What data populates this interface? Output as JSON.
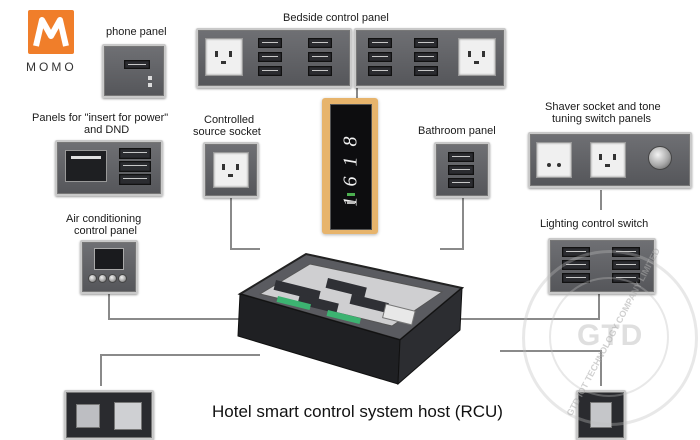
{
  "brand": {
    "logo_text": "MOMO",
    "logo_color": "#f07e2a"
  },
  "labels": {
    "phone": "phone panel",
    "bedside": "Bedside control panel",
    "insert_line1": "Panels for \"insert for power\"",
    "insert_line2": "and DND",
    "controlled_line1": "Controlled",
    "controlled_line2": "source socket",
    "bathroom": "Bathroom panel",
    "shaver_line1": "Shaver socket and tone",
    "shaver_line2": "tuning switch panels",
    "aircon_line1": "Air conditioning",
    "aircon_line2": "control panel",
    "lighting": "Lighting control switch",
    "rcu": "Hotel smart control system host (RCU)"
  },
  "doorplate": {
    "number": "1618"
  },
  "watermark": {
    "text": "GTD",
    "ring_text": "GTD IOT TECHNOLOGY COMPANY LIMITED"
  },
  "colors": {
    "panel_dark": "#5e5f63",
    "panel_frame": "#c9c9c9",
    "connector": "#8a8a8a",
    "doorplate_frame": "#d9a35a"
  }
}
